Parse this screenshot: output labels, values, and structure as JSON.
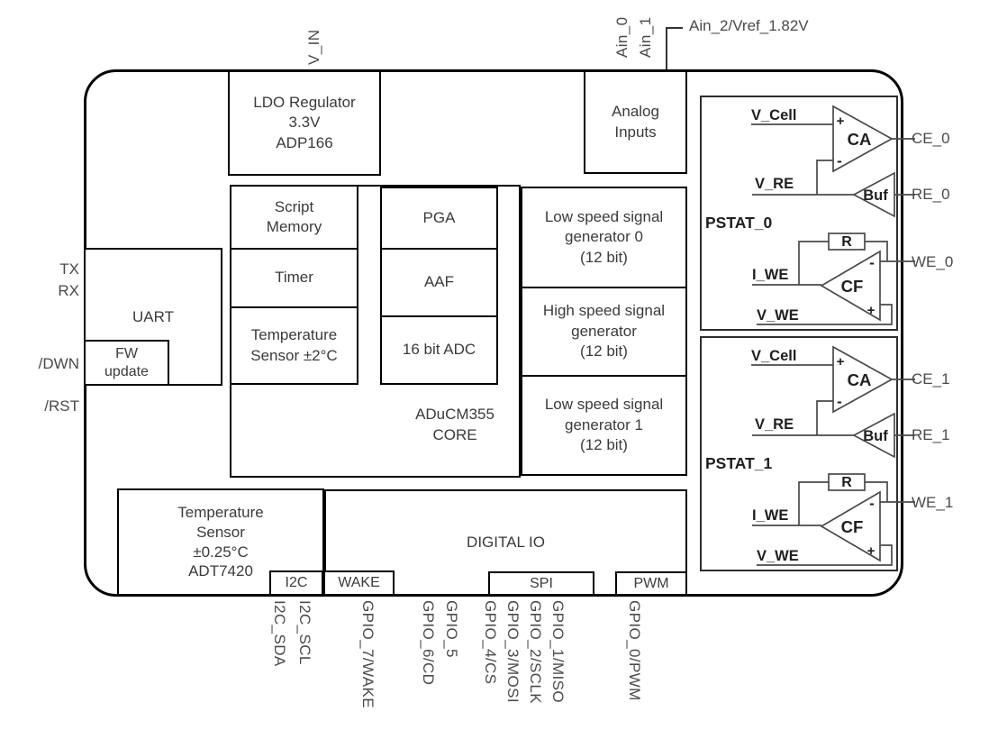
{
  "colors": {
    "outline": "#000000",
    "wire": "#4a4a4a",
    "text": "#3b3b3b"
  },
  "pins": {
    "top": {
      "v_in": "V_IN",
      "ain_0": "Ain_0",
      "ain_1": "Ain_1",
      "ain_2": "Ain_2/Vref_1.82V"
    },
    "left": {
      "tx": "TX",
      "rx": "RX",
      "dwn": "/DWN",
      "rst": "/RST"
    },
    "right": {
      "ce_0": "CE_0",
      "re_0": "RE_0",
      "we_0": "WE_0",
      "ce_1": "CE_1",
      "re_1": "RE_1",
      "we_1": "WE_1"
    },
    "bottom": [
      "I2C_SDA",
      "I2C_SCL",
      "GPIO_7/WAKE",
      "GPIO_6/CD",
      "GPIO_5",
      "GPIO_4/CS",
      "GPIO_3/MOSI",
      "GPIO_2/SCLK",
      "GPIO_1/MISO",
      "GPIO_0/PWM"
    ]
  },
  "blocks": {
    "ldo": {
      "lines": [
        "LDO Regulator",
        "3.3V",
        "ADP166"
      ]
    },
    "analog_inputs": {
      "lines": [
        "Analog",
        "Inputs"
      ]
    },
    "script_memory": {
      "lines": [
        "Script",
        "Memory"
      ]
    },
    "timer": {
      "lines": [
        "Timer"
      ]
    },
    "temp_sensor_internal": {
      "lines": [
        "Temperature",
        "Sensor ±2°C"
      ]
    },
    "pga": {
      "lines": [
        "PGA"
      ]
    },
    "aaf": {
      "lines": [
        "AAF"
      ]
    },
    "adc": {
      "lines": [
        "16 bit ADC"
      ]
    },
    "core": {
      "lines": [
        "ADuCM355",
        "CORE"
      ]
    },
    "low_speed_gen_0": {
      "lines": [
        "Low speed signal",
        "generator 0",
        "(12 bit)"
      ]
    },
    "high_speed_gen": {
      "lines": [
        "High speed signal",
        "generator",
        "(12 bit)"
      ]
    },
    "low_speed_gen_1": {
      "lines": [
        "Low speed signal",
        "generator 1",
        "(12 bit)"
      ]
    },
    "uart": {
      "lines": [
        "UART"
      ]
    },
    "fw_update": {
      "lines": [
        "FW",
        "update"
      ]
    },
    "temp_sensor_external": {
      "lines": [
        "Temperature",
        "Sensor",
        "±0.25°C",
        "ADT7420"
      ]
    },
    "digital_io": {
      "lines": [
        "DIGITAL IO"
      ]
    },
    "i2c": {
      "lines": [
        "I2C"
      ]
    },
    "wake": {
      "lines": [
        "WAKE"
      ]
    },
    "spi": {
      "lines": [
        "SPI"
      ]
    },
    "pwm": {
      "lines": [
        "PWM"
      ]
    }
  },
  "pstat0": {
    "name": "PSTAT_0",
    "v_cell": "V_Cell",
    "v_re": "V_RE",
    "i_we": "I_WE",
    "v_we": "V_WE",
    "amp_ca": "CA",
    "amp_buf": "Buf",
    "amp_cf": "CF",
    "resistor": "R",
    "plus": "+",
    "minus": "-"
  },
  "pstat1": {
    "name": "PSTAT_1",
    "v_cell": "V_Cell",
    "v_re": "V_RE",
    "i_we": "I_WE",
    "v_we": "V_WE",
    "amp_ca": "CA",
    "amp_buf": "Buf",
    "amp_cf": "CF",
    "resistor": "R",
    "plus": "+",
    "minus": "-"
  }
}
